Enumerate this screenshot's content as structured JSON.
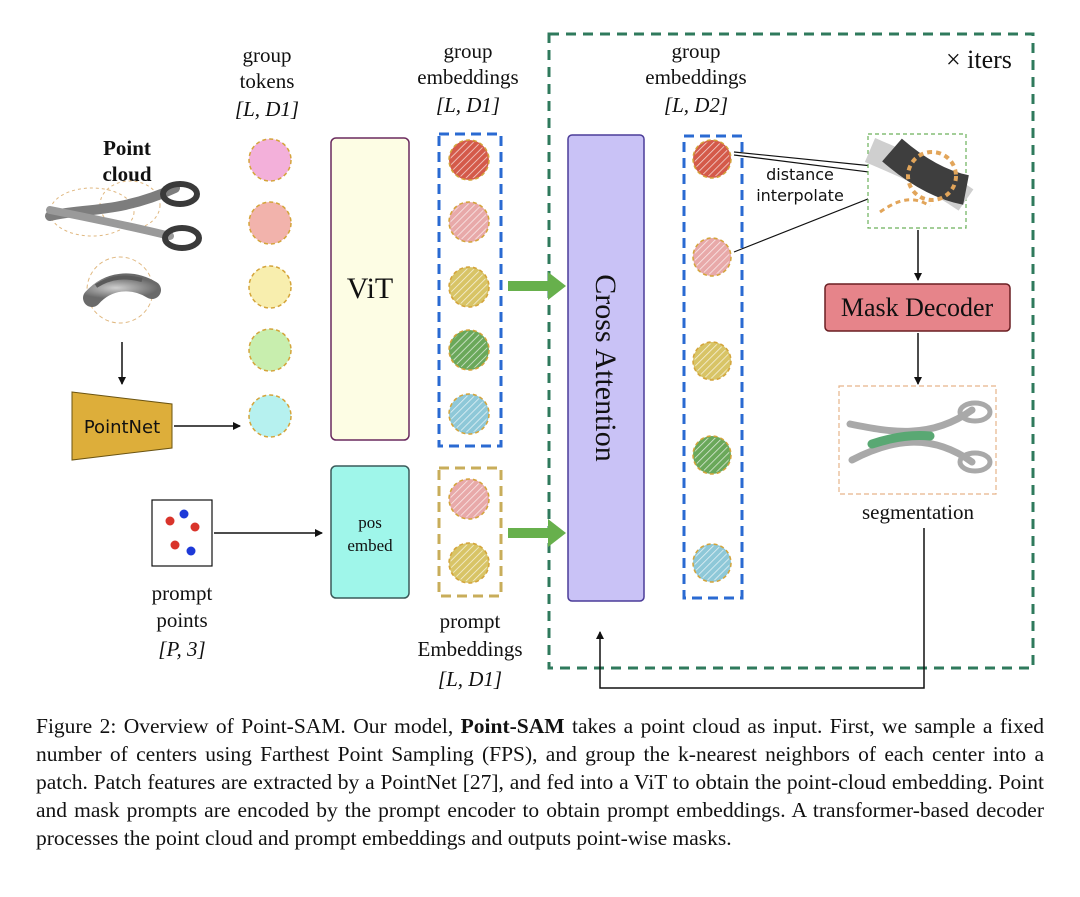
{
  "colors": {
    "vit_fill": "#fdfde4",
    "vit_stroke": "#6a2a5e",
    "cross_fill": "#c9c2f6",
    "cross_stroke": "#4b3c98",
    "pos_fill": "#9ff6ea",
    "pointnet_fill": "#ddae3a",
    "mask_fill": "#e6848a",
    "iter_border": "#2f7a5c",
    "dash_blue": "#2a6ad2",
    "dash_gold": "#c8ad5a",
    "green_arrow": "#67b04c"
  },
  "labels": {
    "group_tokens": {
      "line1": "group",
      "line2": "tokens",
      "dims": "[L, D1]"
    },
    "group_embeddings_1": {
      "line1": "group",
      "line2": "embeddings",
      "dims": "[L, D1]"
    },
    "group_embeddings_2": {
      "line1": "group",
      "line2": "embeddings",
      "dims": "[L, D2]"
    },
    "iters": "× iters",
    "point_cloud": {
      "line1": "Point",
      "line2": "cloud"
    },
    "pointnet": "PointNet",
    "vit": "ViT",
    "pos_embed": {
      "line1": "pos",
      "line2": "embed"
    },
    "cross_attention": "Cross Attention",
    "distance_interpolate": {
      "line1": "distance",
      "line2": "interpolate"
    },
    "mask_decoder": "Mask Decoder",
    "segmentation": "segmentation",
    "prompt_points": {
      "line1": "prompt",
      "line2": "points",
      "dims": "[P, 3]"
    },
    "prompt_embeddings": {
      "line1": "prompt",
      "line2": "Embeddings",
      "dims": "[L, D1]"
    }
  },
  "group_token_colors": [
    "#f3b0da",
    "#f2b3ac",
    "#f8eeae",
    "#c8eeae",
    "#b6f1ef"
  ],
  "group_embedding_colors": [
    "#d45a4a",
    "#e8a9a9",
    "#d8c466",
    "#6aa85a",
    "#8ec8d8"
  ],
  "prompt_embedding_colors": [
    "#e8a9a9",
    "#d8c466"
  ],
  "output_embedding_colors": [
    "#d45a4a",
    "#e8a9a9",
    "#d8c466",
    "#6aa85a",
    "#8ec8d8"
  ],
  "prompt_point_colors": {
    "red": "#d9342b",
    "blue": "#1d39d8"
  },
  "caption": {
    "prefix": "Figure 2: Overview of Point-SAM. Our model, ",
    "bold": "Point-SAM",
    "rest": " takes a point cloud as input. First, we sample a fixed number of centers using Farthest Point Sampling (FPS), and group the k-nearest neighbors of each center into a patch. Patch features are extracted by a PointNet [27], and fed into a ViT to obtain the point-cloud embedding. Point and mask prompts are encoded by the prompt encoder to obtain prompt embeddings. A transformer-based decoder processes the point cloud and prompt embeddings and outputs point-wise masks."
  }
}
